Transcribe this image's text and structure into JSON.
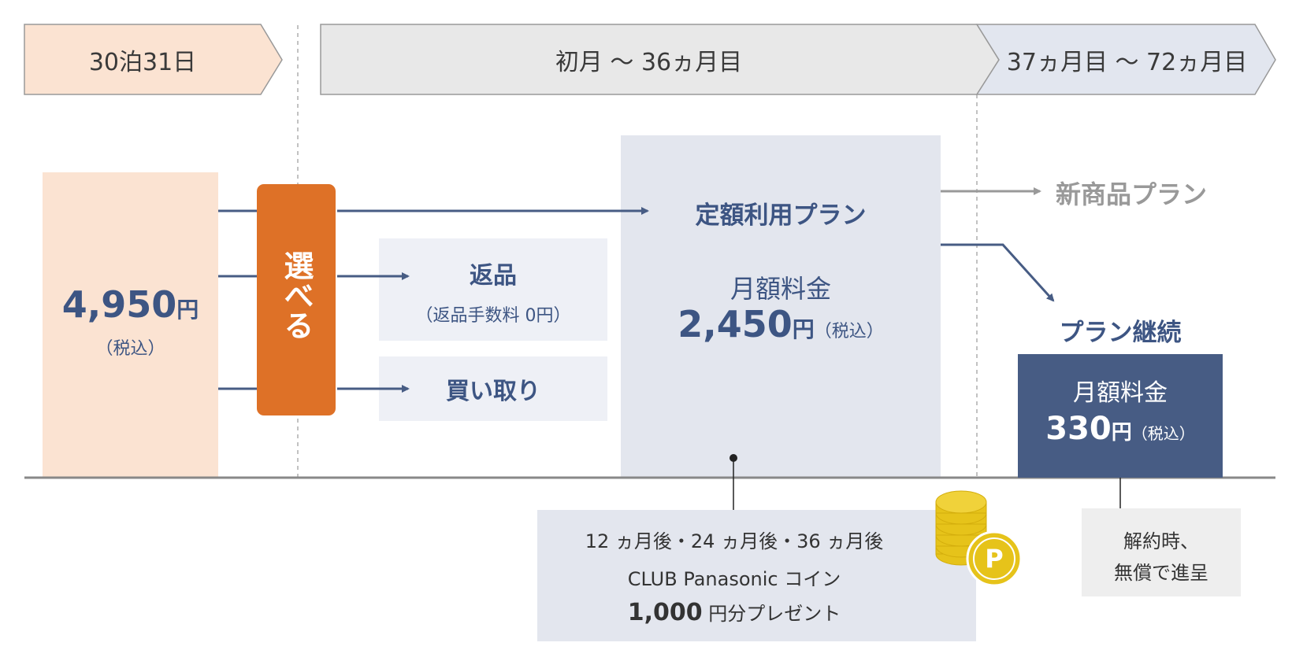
{
  "phases": {
    "trial": "30泊31日",
    "main": "初月 〜 36ヵ月目",
    "later": "37ヵ月目 〜 72ヵ月目"
  },
  "trial_price": {
    "amount": "4,950",
    "unit": "円",
    "tax": "（税込）"
  },
  "choose_label": "選べる",
  "options": {
    "return_title": "返品",
    "return_note": "（返品手数料 0円）",
    "buyout": "買い取り"
  },
  "plan": {
    "title": "定額利用プラン",
    "fee_label": "月額料金",
    "amount": "2,450",
    "unit": "円",
    "tax": "（税込）"
  },
  "new_product": "新商品プラン",
  "continue_plan": {
    "title": "プラン継続",
    "fee_label": "月額料金",
    "amount": "330",
    "unit": "円",
    "tax": "（税込）"
  },
  "coin_box": {
    "line1": "12 ヵ月後・24 ヵ月後・36 ヵ月後",
    "line2": "CLUB Panasonic コイン",
    "amount": "1,000",
    "line3_rest": " 円分プレゼント",
    "coin_symbol": "P"
  },
  "cancel_box": {
    "line1": "解約時、",
    "line2": "無償で進呈"
  },
  "colors": {
    "trial": "#fbe3d2",
    "choose": "#de7127",
    "main_phase": "#e8e8e8",
    "later_phase": "#e2e6ef",
    "plan_box": "#e3e6ee",
    "navy": "#475c84",
    "coin": "#e6c31a"
  }
}
